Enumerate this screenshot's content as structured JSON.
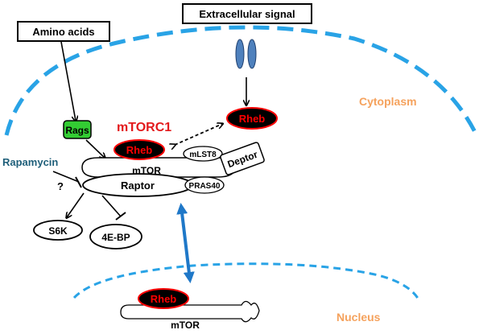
{
  "labels": {
    "amino_acids": "Amino acids",
    "extracellular_signal": "Extracellular signal",
    "rags": "Rags",
    "mtorc1": "mTORC1",
    "rheb_membrane": "Rheb",
    "rheb_complex": "Rheb",
    "rheb_nucleus": "Rheb",
    "mlst8": "mLST8",
    "deptor": "Deptor",
    "mtor_complex": "mTOR",
    "raptor": "Raptor",
    "pras40": "PRAS40",
    "rapamycin": "Rapamycin",
    "question_mark": "?",
    "s6k": "S6K",
    "four_ebp": "4E-BP",
    "cytoplasm": "Cytoplasm",
    "nucleus": "Nucleus",
    "mtor_nucleus": "mTOR"
  },
  "colors": {
    "membrane": "#29a3e6",
    "nuclear_envelope": "#29a3e6",
    "receptor": "#4f81bd",
    "rags_fill": "#33cc33",
    "rheb_fill": "#000000",
    "rheb_text": "#ff0000",
    "rheb_outline": "#ff0000",
    "mtorc1_text": "#e31a1c",
    "rapamycin_text": "#1f5f7a",
    "compartment_text": "#f5a25d",
    "shuttle_arrow": "#1f78c8"
  }
}
